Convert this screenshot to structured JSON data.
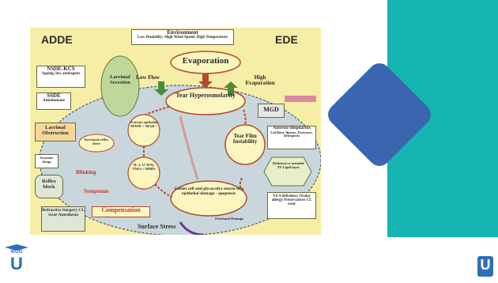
{
  "slide": {
    "colors": {
      "teal": "#17b5b1",
      "diamond": "#3a66b0",
      "diagram_bg": "#f6eea6",
      "logo": "#2f6fb6"
    }
  },
  "diagram": {
    "label_adde": "ADDE",
    "label_ede": "EDE",
    "environment_title": "Environment",
    "environment_sub": "Low Humidity; High Wind Speed; High Temperature",
    "evaporation": "Evaporation",
    "low_flow": "Low Flow",
    "high_evaporation": "High Evaporation",
    "tear_hyperosmolarity": "Tear Hyperosmolarity",
    "lacrimal_secretion": "Lacrimal Secretion",
    "nsde_kcs": "NSDE-KCS",
    "nsde_kcs_sub": "Ageing, low androgens",
    "ssde": "SSDE",
    "ssde_sub": "Autoimmune",
    "lacrimal_obstruction": "Lacrimal Obstruction",
    "systemic_drugs": "Systemic drugs",
    "reflex_block": "Reflex block",
    "refractive": "Refractive Surgery CL wear Anesthesia",
    "increased_reflex": "Increased reflex drive",
    "activate_epithelial": "Activate epithelial MAPK + NFκB +",
    "cytokines": "IL-1, 17 IFNγ TNFα + MMPs",
    "blinking": "Blinking",
    "symptoms": "Symptoms",
    "compensation": "Compensation",
    "goblet": "Goblet cell and glycocalyx mucin loss epithelial damage - apoptosis",
    "surface_stress": "Surface Stress",
    "frictional_damage": "Frictional Damage",
    "mgd": "MGD",
    "anterior_blepharitis": "Anterior Blepharitis",
    "anterior_blepharitis_sub": "Lid flora, lipases, Esterases, detergents",
    "tear_film_instability": "Tear Film Instability",
    "deficient_tf": "Deficient or unstable TF Lipid layer",
    "vit_a": "Vit A deficiency Ocular allergy Preservatives CL wear"
  },
  "logo": {
    "text": "WOO",
    "letter": "U"
  }
}
